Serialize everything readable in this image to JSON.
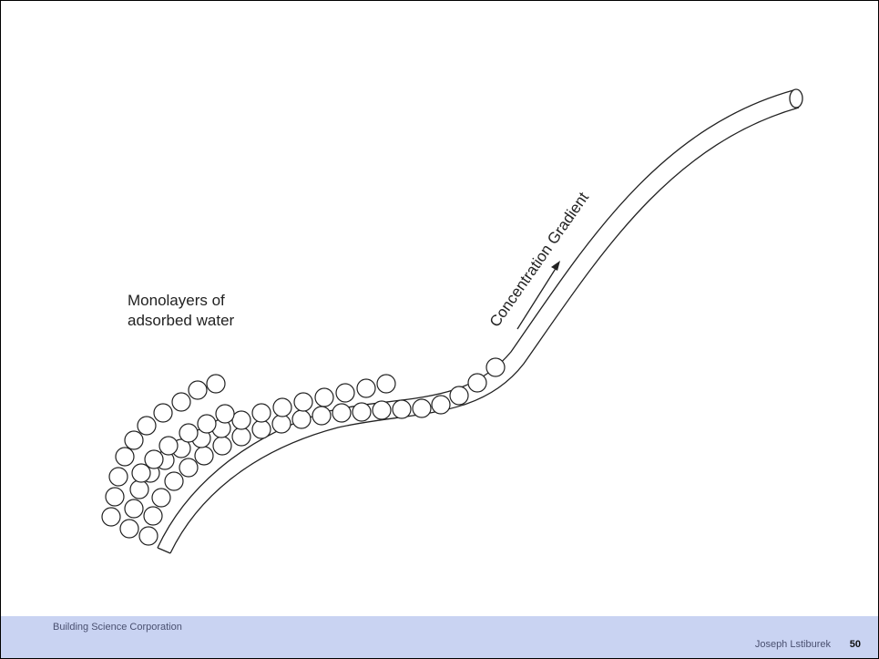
{
  "diagram": {
    "label_monolayers_line1": "Monolayers of",
    "label_monolayers_line2": "adsorbed water",
    "label_gradient": "Concentration Gradient"
  },
  "footer": {
    "organization": "Building Science Corporation",
    "author": "Joseph Lstiburek",
    "page_number": "50"
  }
}
